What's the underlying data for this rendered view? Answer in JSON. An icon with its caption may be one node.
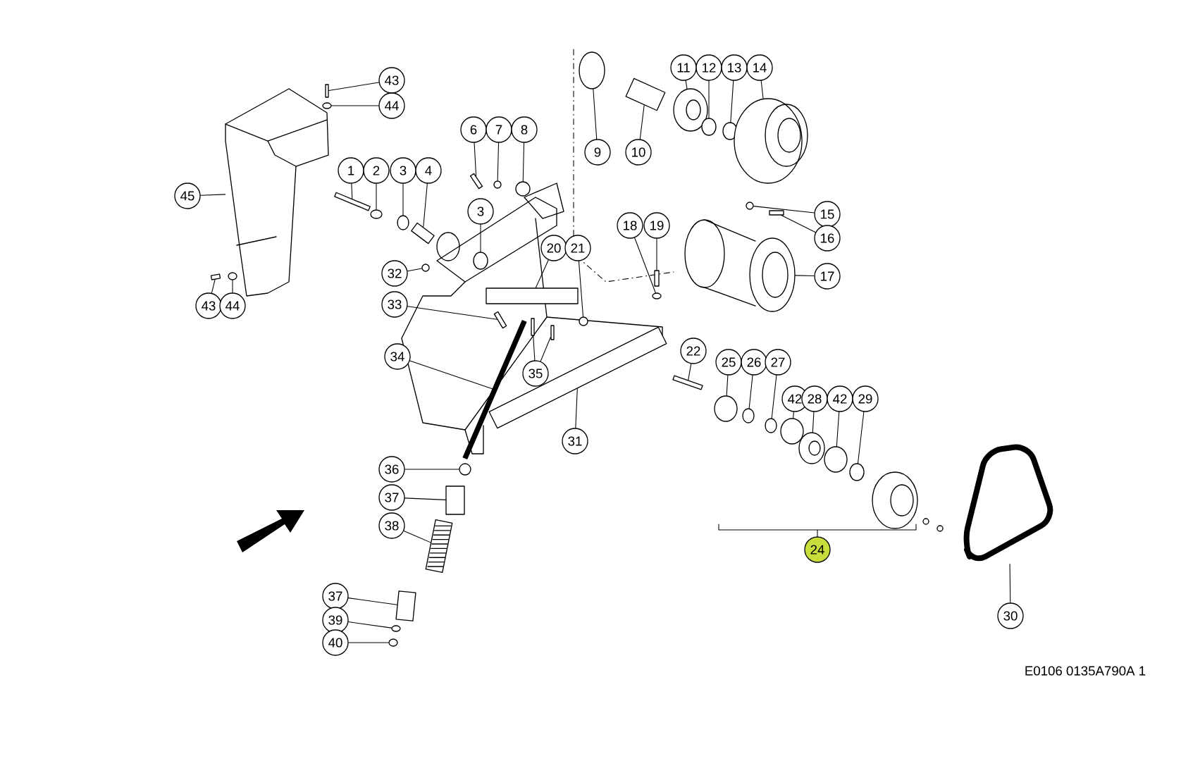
{
  "diagram": {
    "nodes": [
      {
        "text": [
          "43"
        ]
      },
      {
        "text": [
          "44"
        ]
      },
      {
        "text": [
          "45"
        ]
      },
      {
        "text": [
          "1"
        ]
      },
      {
        "text": [
          "2"
        ]
      },
      {
        "text": [
          "3"
        ]
      },
      {
        "text": [
          "4"
        ]
      },
      {
        "text": [
          "6"
        ]
      },
      {
        "text": [
          "7"
        ]
      },
      {
        "text": [
          "8"
        ]
      },
      {
        "text": [
          "3"
        ]
      },
      {
        "text": [
          "9"
        ]
      },
      {
        "text": [
          "10"
        ]
      },
      {
        "text": [
          "11"
        ]
      },
      {
        "text": [
          "12"
        ]
      },
      {
        "text": [
          "13"
        ]
      },
      {
        "text": [
          "14"
        ]
      },
      {
        "text": [
          "15"
        ]
      },
      {
        "text": [
          "16"
        ]
      },
      {
        "text": [
          "17"
        ]
      },
      {
        "text": [
          "18"
        ]
      },
      {
        "text": [
          "19"
        ]
      },
      {
        "text": [
          "20"
        ]
      },
      {
        "text": [
          "21"
        ]
      },
      {
        "text": [
          "32"
        ]
      },
      {
        "text": [
          "33"
        ]
      },
      {
        "text": [
          "43"
        ]
      },
      {
        "text": [
          "44"
        ]
      },
      {
        "text": [
          "34"
        ]
      },
      {
        "text": [
          "35"
        ]
      },
      {
        "text": [
          "22"
        ]
      },
      {
        "text": [
          "25"
        ]
      },
      {
        "text": [
          "26"
        ]
      },
      {
        "text": [
          "27"
        ]
      },
      {
        "text": [
          "42"
        ]
      },
      {
        "text": [
          "28"
        ]
      },
      {
        "text": [
          "42"
        ]
      },
      {
        "text": [
          "29"
        ]
      },
      {
        "text": [
          "31"
        ]
      },
      {
        "text": [
          "36"
        ]
      },
      {
        "text": [
          "37"
        ]
      },
      {
        "text": [
          "38"
        ]
      },
      {
        "text": [
          "24"
        ]
      },
      {
        "text": [
          "37"
        ]
      },
      {
        "text": [
          "39"
        ]
      },
      {
        "text": [
          "40"
        ]
      },
      {
        "text": [
          "30"
        ]
      },
      {
        "text": [],
        "shape": "box"
      },
      {
        "text": [],
        "shape": "circle"
      },
      {
        "text": [],
        "shape": "picture"
      },
      {
        "text": [],
        "shape": "box"
      },
      {
        "text": [],
        "shape": "circle"
      },
      {
        "text": [],
        "shape": "circle"
      },
      {
        "text": [],
        "shape": "box"
      },
      {
        "text": [],
        "shape": "box"
      },
      {
        "text": [],
        "shape": "circle"
      },
      {
        "text": [],
        "shape": "circle"
      },
      {
        "text": [],
        "shape": "circle"
      },
      {
        "text": [],
        "shape": "circle"
      },
      {
        "text": [],
        "shape": "box"
      },
      {
        "text": [],
        "shape": "picture"
      },
      {
        "text": [],
        "shape": "circle"
      },
      {
        "text": [],
        "shape": "circle"
      },
      {
        "text": [],
        "shape": "picture"
      },
      {
        "text": [],
        "shape": "circle"
      },
      {
        "text": [],
        "shape": "box"
      },
      {
        "text": [],
        "shape": "picture"
      },
      {
        "text": [],
        "shape": "circle"
      },
      {
        "text": [],
        "shape": "box"
      },
      {
        "text": [],
        "shape": "box"
      },
      {
        "text": [],
        "shape": "circle"
      },
      {
        "text": [],
        "shape": "circle"
      },
      {
        "text": [],
        "shape": "box"
      },
      {
        "text": [],
        "shape": "box"
      },
      {
        "text": [],
        "shape": "box"
      },
      {
        "text": [],
        "shape": "circle"
      },
      {
        "text": [],
        "shape": "box"
      },
      {
        "text": [],
        "shape": "box"
      },
      {
        "text": [],
        "shape": "box"
      },
      {
        "text": [],
        "shape": "circle"
      },
      {
        "text": [],
        "shape": "circle"
      },
      {
        "text": [],
        "shape": "circle"
      },
      {
        "text": [],
        "shape": "circle"
      },
      {
        "text": [],
        "shape": "picture"
      },
      {
        "text": [],
        "shape": "circle"
      },
      {
        "text": [],
        "shape": "circle"
      },
      {
        "text": [],
        "shape": "box"
      },
      {
        "text": [],
        "shape": "circle"
      },
      {
        "text": [],
        "shape": "box"
      },
      {
        "text": [],
        "shape": "picture"
      },
      {
        "text": [],
        "shape": "box"
      },
      {
        "text": [],
        "shape": "circle"
      },
      {
        "text": [],
        "shape": "circle"
      },
      {
        "text": [],
        "shape": "picture"
      }
    ],
    "edges": [
      {
        "from": 0,
        "to": 47,
        "arrow": "none"
      },
      {
        "from": 1,
        "to": 48,
        "arrow": "none"
      },
      {
        "from": 2,
        "to": 49,
        "arrow": "none"
      },
      {
        "from": 3,
        "to": 50,
        "arrow": "none"
      },
      {
        "from": 4,
        "to": 51,
        "arrow": "none"
      },
      {
        "from": 5,
        "to": 52,
        "arrow": "none"
      },
      {
        "from": 6,
        "to": 53,
        "arrow": "none"
      },
      {
        "from": 7,
        "to": 54,
        "arrow": "none"
      },
      {
        "from": 8,
        "to": 55,
        "arrow": "none"
      },
      {
        "from": 9,
        "to": 56,
        "arrow": "none"
      },
      {
        "from": 10,
        "to": 57,
        "arrow": "none"
      },
      {
        "from": 11,
        "to": 58,
        "arrow": "none"
      },
      {
        "from": 12,
        "to": 59,
        "arrow": "none"
      },
      {
        "from": 13,
        "to": 60,
        "arrow": "none"
      },
      {
        "from": 14,
        "to": 61,
        "arrow": "none"
      },
      {
        "from": 15,
        "to": 62,
        "arrow": "none"
      },
      {
        "from": 16,
        "to": 63,
        "arrow": "none"
      },
      {
        "from": 17,
        "to": 64,
        "arrow": "none"
      },
      {
        "from": 18,
        "to": 65,
        "arrow": "none"
      },
      {
        "from": 19,
        "to": 66,
        "arrow": "none"
      },
      {
        "from": 20,
        "to": 67,
        "arrow": "none"
      },
      {
        "from": 21,
        "to": 68,
        "arrow": "none"
      },
      {
        "from": 22,
        "to": 69,
        "arrow": "none"
      },
      {
        "from": 23,
        "to": 70,
        "arrow": "none"
      },
      {
        "from": 24,
        "to": 71,
        "arrow": "none"
      },
      {
        "from": 25,
        "to": 72,
        "arrow": "none"
      },
      {
        "from": 26,
        "to": 74,
        "arrow": "none"
      },
      {
        "from": 27,
        "to": 75,
        "arrow": "none"
      },
      {
        "from": 28,
        "to": 73,
        "arrow": "none"
      },
      {
        "from": 29,
        "to": 76,
        "arrow": "none"
      },
      {
        "from": 29,
        "to": 77,
        "arrow": "none"
      },
      {
        "from": 30,
        "to": 78,
        "arrow": "none"
      },
      {
        "from": 31,
        "to": 79,
        "arrow": "none"
      },
      {
        "from": 32,
        "to": 80,
        "arrow": "none"
      },
      {
        "from": 33,
        "to": 81,
        "arrow": "none"
      },
      {
        "from": 34,
        "to": 82,
        "arrow": "none"
      },
      {
        "from": 35,
        "to": 83,
        "arrow": "none"
      },
      {
        "from": 36,
        "to": 84,
        "arrow": "none"
      },
      {
        "from": 37,
        "to": 85,
        "arrow": "none"
      },
      {
        "from": 38,
        "to": 86,
        "arrow": "none"
      },
      {
        "from": 39,
        "to": 87,
        "arrow": "none"
      },
      {
        "from": 40,
        "to": 88,
        "arrow": "none"
      },
      {
        "from": 41,
        "to": 89,
        "arrow": "none"
      },
      {
        "from": 43,
        "to": 90,
        "arrow": "none"
      },
      {
        "from": 44,
        "to": 91,
        "arrow": "none"
      },
      {
        "from": 45,
        "to": 92,
        "arrow": "none"
      },
      {
        "from": 46,
        "to": 93,
        "arrow": "none"
      }
    ],
    "labels": [
      "E0106 0135A790A 1"
    ]
  }
}
